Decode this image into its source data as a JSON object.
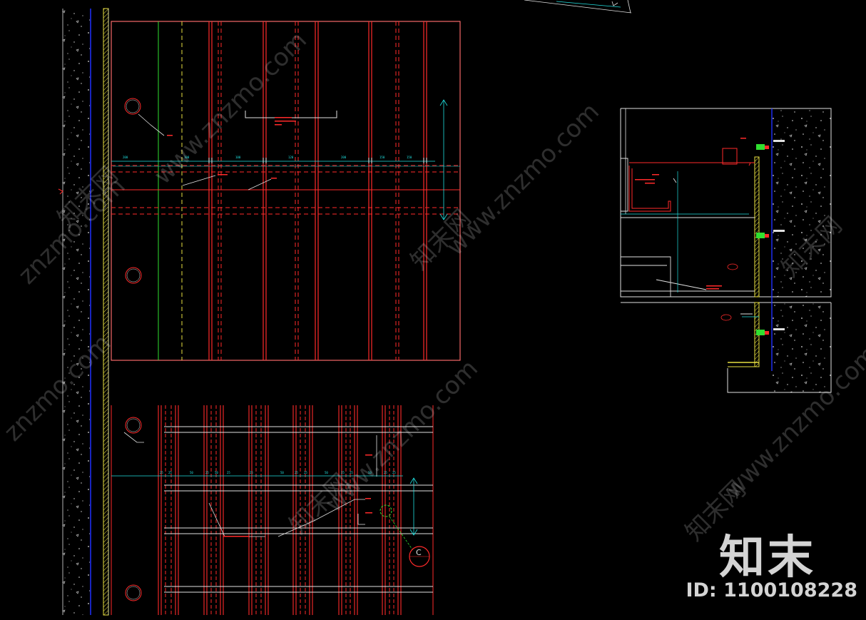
{
  "watermark": {
    "site": "znzmo.com",
    "site_www": "www.znzmo.com",
    "site_cn": "知末网",
    "brand": "知末",
    "id_label": "ID: 1100108228"
  },
  "drawing": {
    "colors": {
      "background": "#000000",
      "steel_red": "#ff2a2a",
      "dim_cyan": "#20e0e0",
      "guide_green": "#30e030",
      "guide_yellow": "#e8e040",
      "grid_white": "#e0e0e0",
      "concrete_blue": "#2030ff"
    },
    "section_marker": "C",
    "top_dimension_segments": [
      "200",
      "100",
      "100",
      "120",
      "200",
      "150",
      "150"
    ],
    "bottom_dimension_segments": [
      "25",
      "25",
      "50",
      "25",
      "50",
      "25",
      "25",
      "50",
      "25",
      "25",
      "50",
      "25",
      "25",
      "50",
      "25",
      "25"
    ]
  }
}
